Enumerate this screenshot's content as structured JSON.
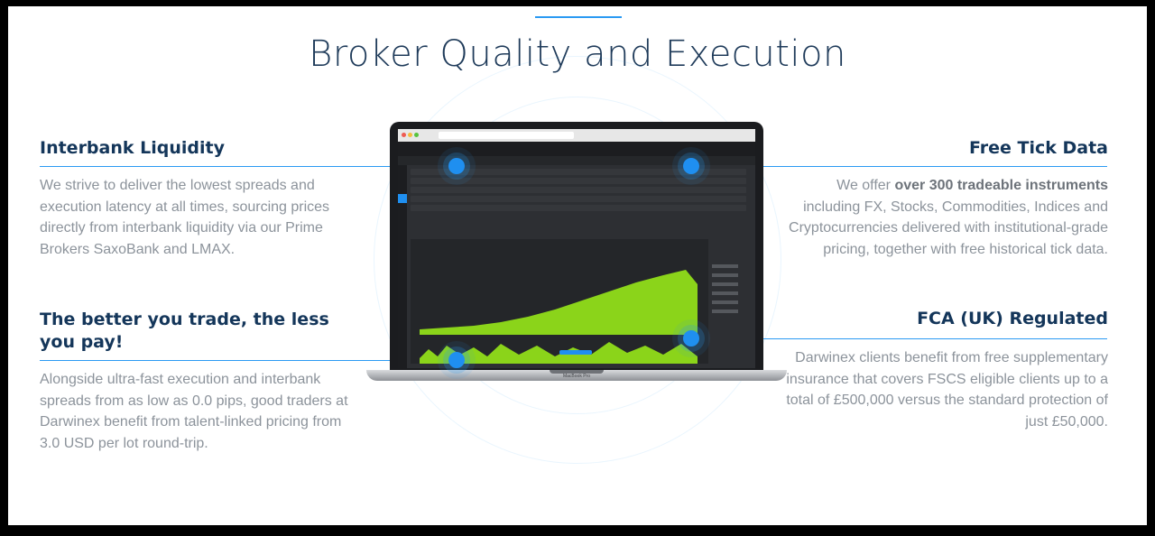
{
  "title": "Broker Quality and Execution",
  "features": {
    "interbank": {
      "heading": "Interbank Liquidity",
      "text": "We strive to deliver the lowest spreads and execution latency at all times, sourcing prices directly from interbank liquidity via our Prime Brokers SaxoBank and LMAX."
    },
    "better_trade": {
      "heading": "The better you trade, the less you pay!",
      "text": "Alongside ultra-fast execution and interbank spreads from as low as 0.0 pips, good traders at Darwinex benefit from talent-linked pricing from 3.0 USD per lot round-trip."
    },
    "tick_data": {
      "heading": "Free Tick Data",
      "text_before": "We offer ",
      "text_bold": "over 300 tradeable instruments",
      "text_after": " including FX, Stocks, Commodities, Indices and Cryptocurrencies delivered with institutional-grade pricing, together with free historical tick data."
    },
    "fca": {
      "heading": "FCA (UK) Regulated",
      "text": "Darwinex clients benefit from free supplementary insurance that covers FSCS eligible clients up to a total of £500,000 versus the standard protection of just £50,000."
    }
  },
  "laptop": {
    "model_label": "MacBook Pro"
  },
  "colors": {
    "accent": "#2b9af3",
    "heading": "#14365a",
    "body_text": "#8c939b",
    "chart_green": "#8bd41a"
  }
}
